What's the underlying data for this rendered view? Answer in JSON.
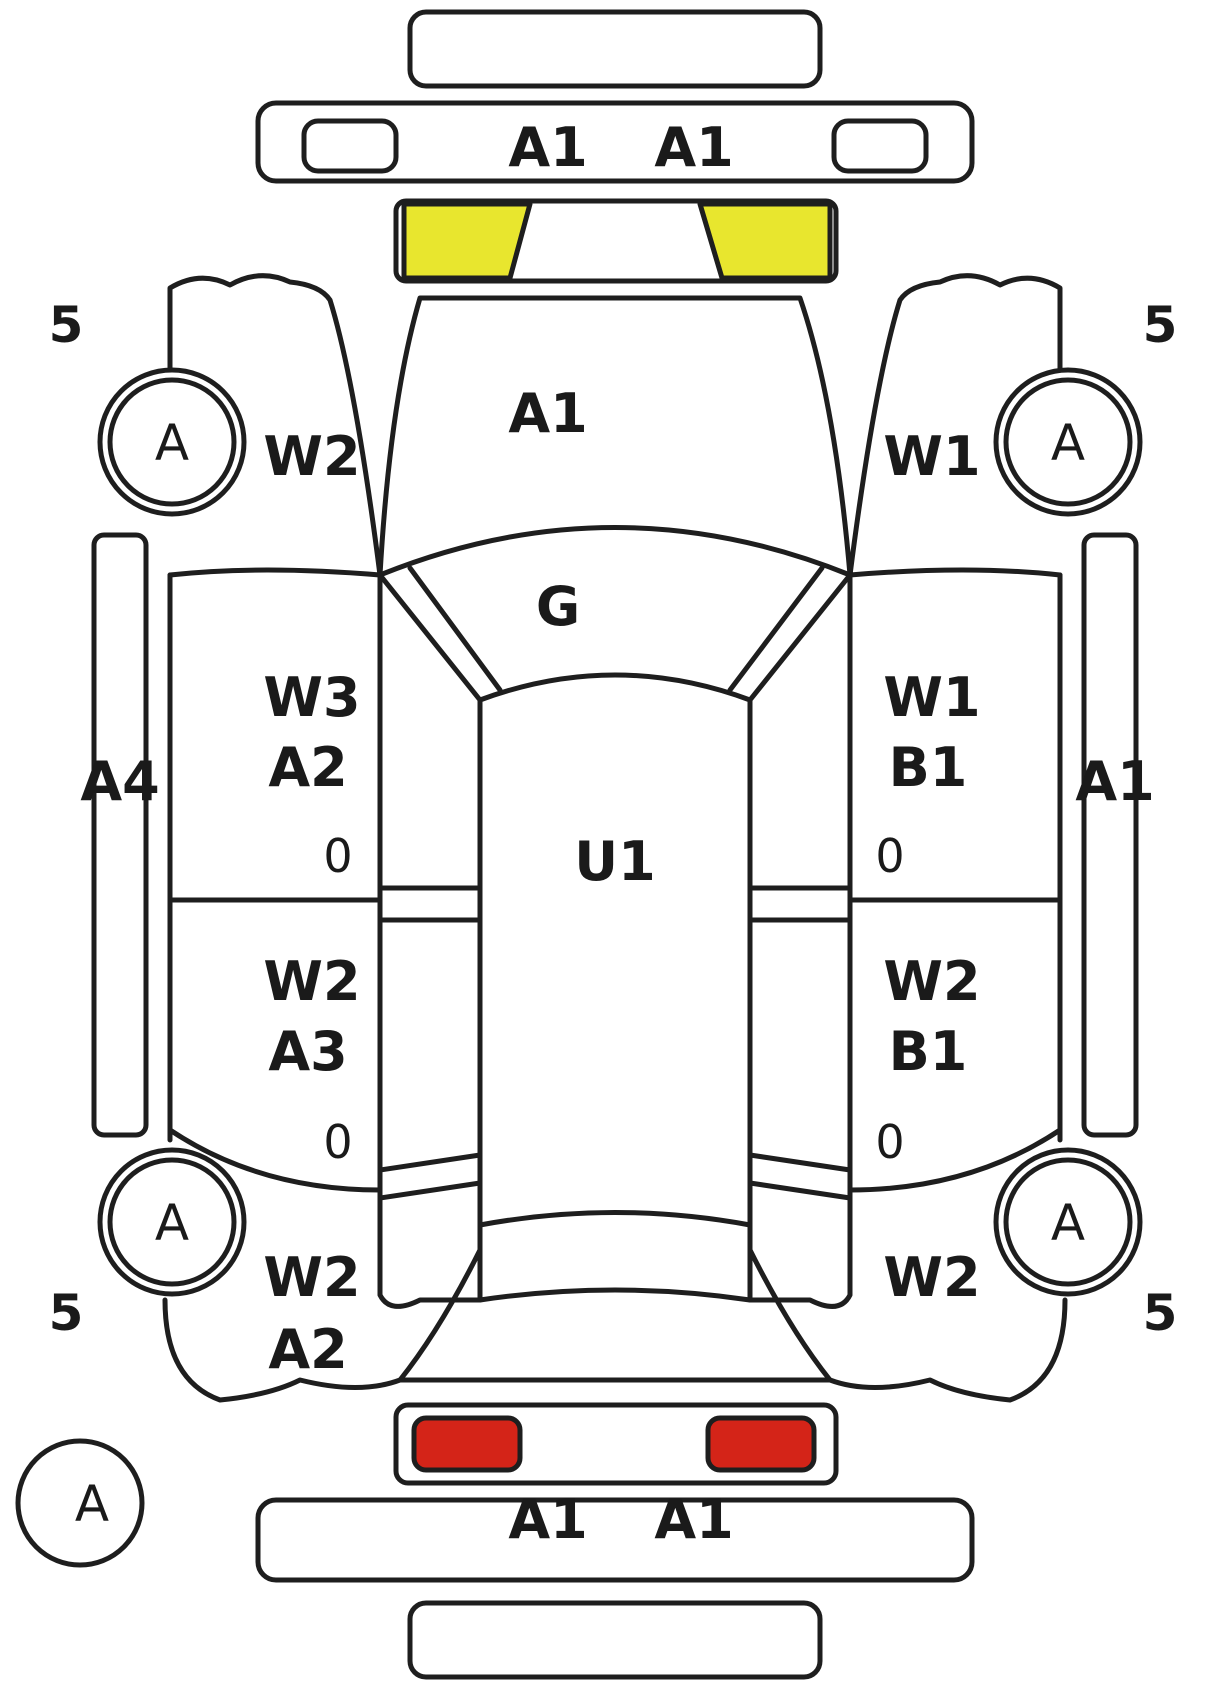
{
  "colors": {
    "headlight": "#e8e62e",
    "taillight": "#d42418",
    "outline": "#1e1e1e"
  },
  "corner_numbers": {
    "front_left": "5",
    "front_right": "5",
    "rear_left": "5",
    "rear_right": "5"
  },
  "wheels": {
    "front_left": "A",
    "front_right": "A",
    "rear_left": "A",
    "rear_right": "A",
    "spare": "A"
  },
  "front_bumper": {
    "left": "A1",
    "right": "A1"
  },
  "hood": "A1",
  "windshield": "G",
  "roof": "U1",
  "front_left_fender": "W2",
  "front_right_fender": "W1",
  "left_front_door": {
    "line1": "W3",
    "line2": "A2",
    "value": "0"
  },
  "left_rear_door": {
    "line1": "W2",
    "line2": "A3",
    "value": "0"
  },
  "right_front_door": {
    "line1": "W1",
    "line2": "B1",
    "value": "0"
  },
  "right_rear_door": {
    "line1": "W2",
    "line2": "B1",
    "value": "0"
  },
  "left_sill": "A4",
  "right_sill": "A1",
  "rear_left_quarter": {
    "line1": "W2",
    "line2": "A2"
  },
  "rear_right_quarter": "W2",
  "rear_bumper": {
    "left": "A1",
    "right": "A1"
  }
}
